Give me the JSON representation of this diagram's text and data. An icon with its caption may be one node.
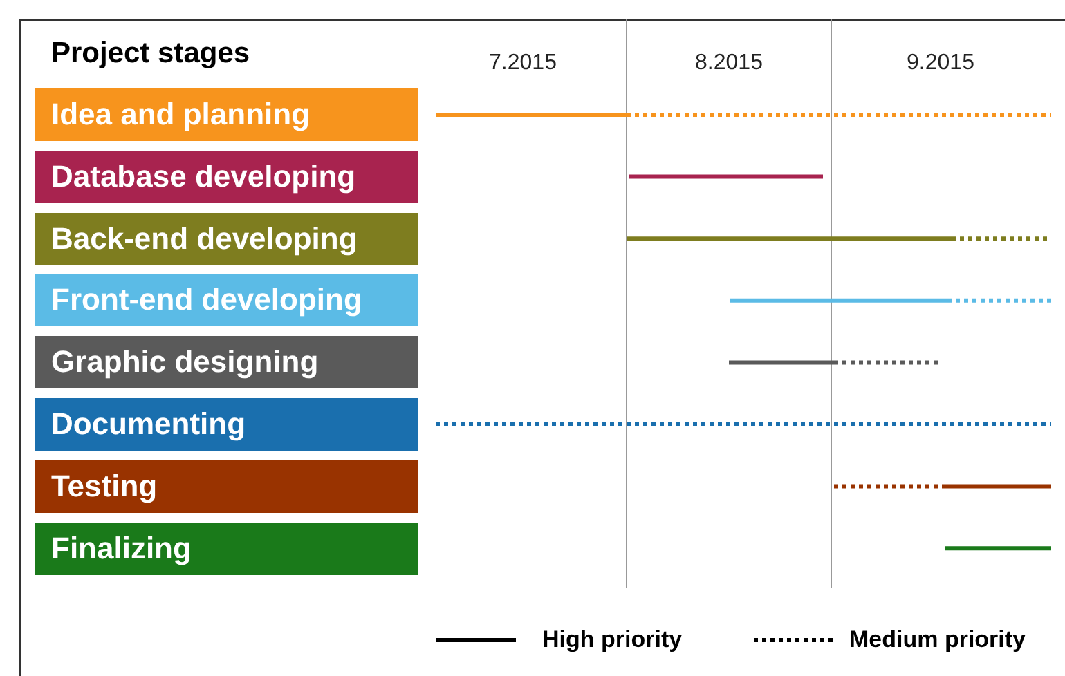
{
  "diagram": {
    "nodes": [
      {
        "text": [
          "Idea and planning"
        ]
      },
      {
        "text": [
          "Database developing"
        ]
      },
      {
        "text": [
          "Back-end developing"
        ]
      },
      {
        "text": [
          "Front-end developing"
        ]
      },
      {
        "text": [
          "Graphic designing"
        ]
      },
      {
        "text": [
          "Documenting"
        ]
      },
      {
        "text": [
          "Testing"
        ]
      },
      {
        "text": [
          "Finalizing"
        ]
      }
    ],
    "labels": [
      "Project stages",
      "7.2015",
      "8.2015",
      "9.2015"
    ],
    "legend": [
      {
        "text": "High priority"
      },
      {
        "text": "Medium priority"
      }
    ]
  }
}
